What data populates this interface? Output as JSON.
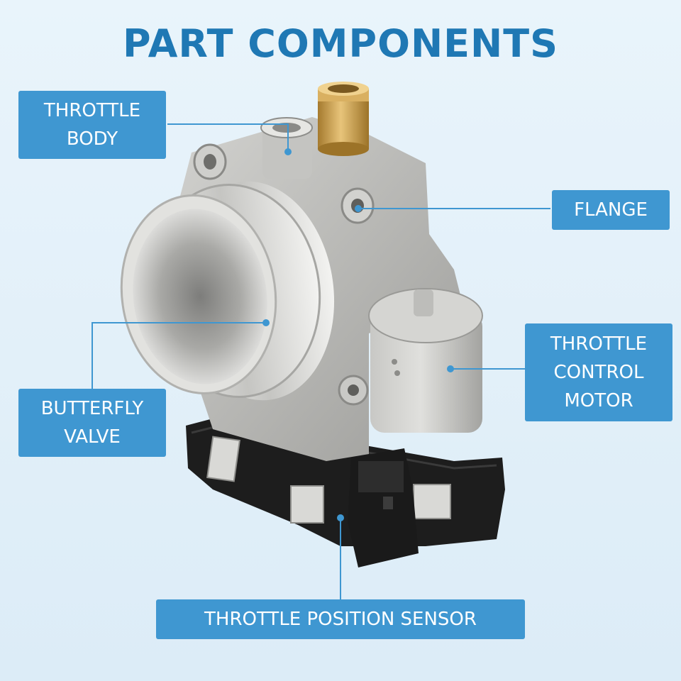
{
  "title": "PART COMPONENTS",
  "callouts": {
    "throttle_body": "THROTTLE\nBODY",
    "flange": "FLANGE",
    "throttle_control_motor": "THROTTLE\nCONTROL\nMOTOR",
    "butterfly_valve": "BUTTERFLY\nVALVE",
    "throttle_position_sensor": "THROTTLE POSITION SENSOR"
  },
  "colors": {
    "accent": "#3f97d1",
    "title": "#1f78b4",
    "background": "#e3f0f9",
    "metal": "#b9b9b6",
    "brass": "#c9a14a",
    "plastic": "#1c1c1c"
  }
}
